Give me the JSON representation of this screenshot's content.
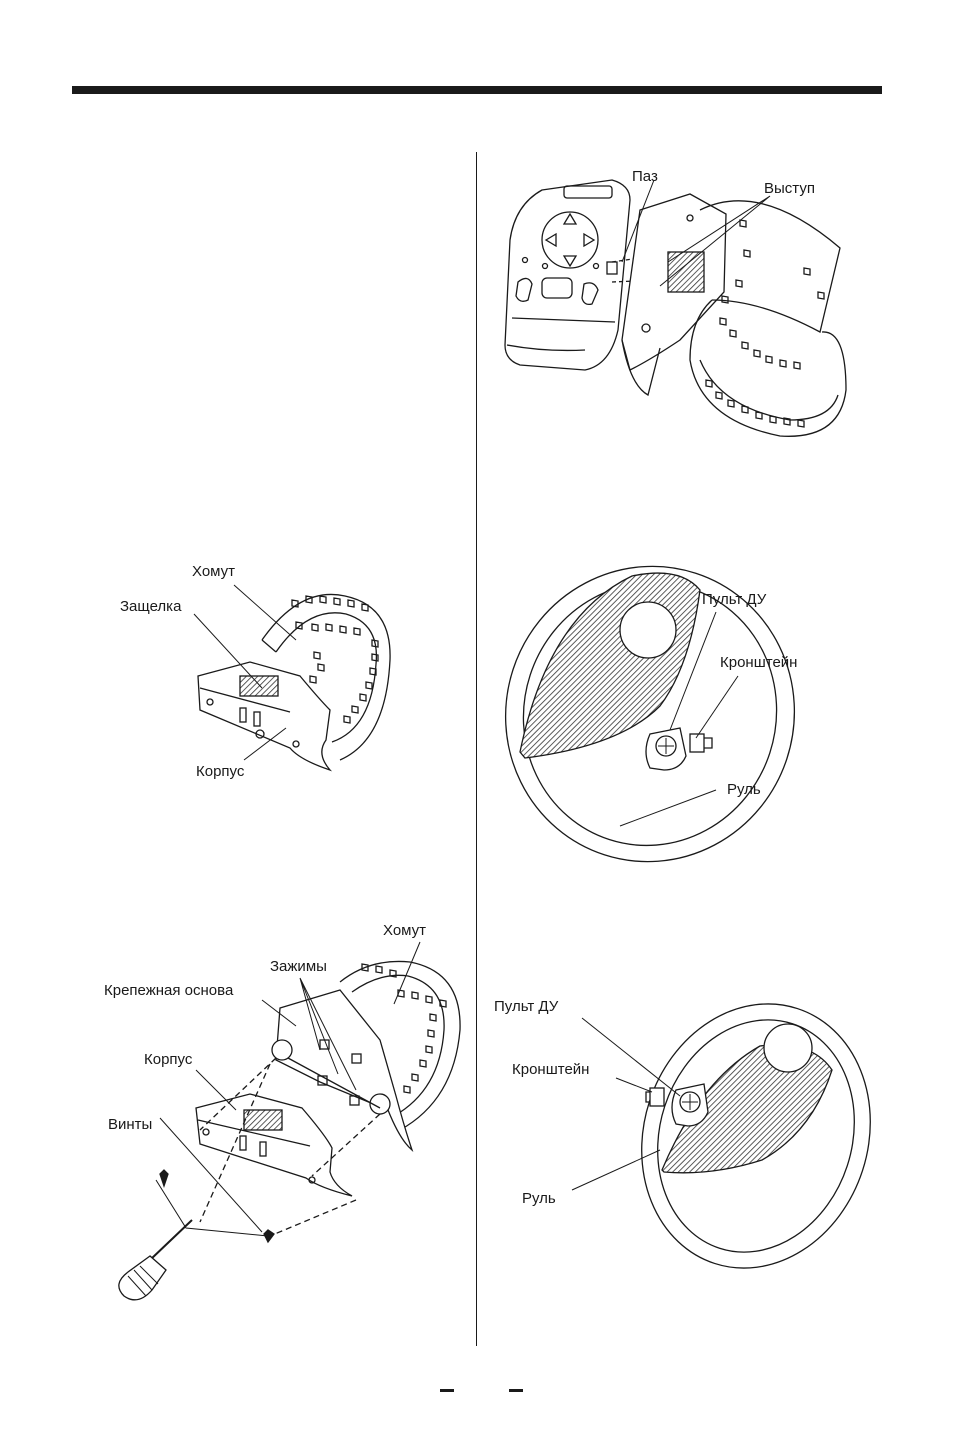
{
  "fig1": {
    "groove": "Паз",
    "tab": "Выступ"
  },
  "fig2": {
    "clamp": "Хомут",
    "latch": "Защелка",
    "body": "Корпус"
  },
  "fig3": {
    "remote": "Пульт ДУ",
    "bracket": "Кронштейн",
    "wheel": "Руль"
  },
  "fig4": {
    "clamp": "Хомут",
    "clips": "Зажимы",
    "mount_base": "Крепежная основа",
    "body": "Корпус",
    "screws": "Винты"
  },
  "fig5": {
    "remote": "Пульт ДУ",
    "bracket": "Кронштейн",
    "wheel": "Руль"
  }
}
